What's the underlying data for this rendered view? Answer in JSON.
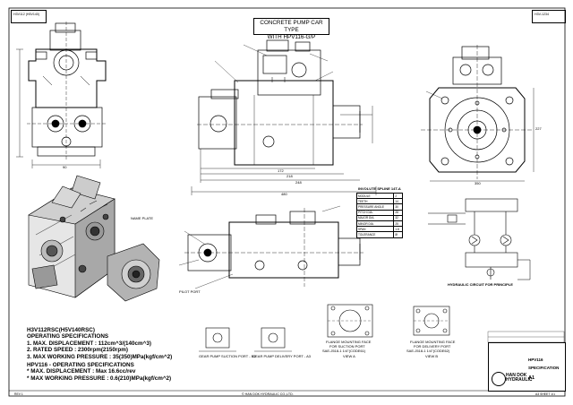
{
  "drawing": {
    "title_line1": "CONCRETE PUMP CAR TYPE",
    "title_line2": "WITH HPV116-G/P",
    "top_left_code": "H3V112 (H5V140)",
    "top_right_code": "H3V-1234"
  },
  "specs": {
    "model": "H3V112RSC(H5V140RSC)",
    "header": "OPERATING SPECIFICATIONS",
    "line1": "1. MAX. DISPLACEMENT : 112cm^3/(140cm^3)",
    "line2": "2. RATED SPEED : 2300rpm(2150rpm)",
    "line3": "3. MAX WORKING PRESSURE : 35(350)MPa(kgf/cm^2)",
    "hpv_header": "HPV116 - OPERATING SPECIFICATIONS",
    "hpv_line1": "* MAX. DISPLACEMENT : Max 16.6cc/rev",
    "hpv_line2": "* MAX WORKING PRESSURE : 0.6(210)MPa(kgf/cm^2)"
  },
  "labels": {
    "nameplate": "NAME PLATE",
    "pilot_port": "PILOT PORT",
    "flange_suction_1": "FLANGE MOUNTING FACE",
    "flange_suction_2": "FOR SUCTION PORT",
    "flange_suction_3": "SAE-J518-1 1/4\"(CODE61)",
    "flange_delivery_1": "FLANGE MOUNTING FACE",
    "flange_delivery_2": "FOR DELIVERY PORT",
    "flange_delivery_3": "SAE-J518-1 1/4\"(CODE62)",
    "gear_suction": "GEAR PUMP SUCTION PORT - B2",
    "gear_delivery": "GEAR PUMP DELIVERY PORT - A3",
    "spline_title": "INVOLUTE SPLINE 14T-A",
    "circuit_title": "HYDRAULIC CIRCUIT FOR PRINCIPLE",
    "view_a": "VIEW A",
    "view_b": "VIEW B",
    "dim_total": "480",
    "dim_172": "172",
    "dim_218": "218",
    "dim_248": "248",
    "dim_350": "350",
    "dim_90": "90",
    "dim_227": "227"
  },
  "spline_table": [
    [
      "MODULE",
      "2"
    ],
    [
      "TEETH",
      "14"
    ],
    [
      "PRESSURE ANGLE",
      "30"
    ],
    [
      "PITCH DIA.",
      "28"
    ],
    [
      "MAJOR DIA.",
      "32"
    ],
    [
      "MINOR DIA.",
      "25"
    ],
    [
      "SPAN",
      "1.8"
    ],
    [
      "TOLERANCE",
      "8f"
    ]
  ],
  "titleblock": {
    "hpv": "HPV116",
    "spec": "SPECIFICATION",
    "brand_line1": "HAN DOK",
    "brand_line2": "HYDRAULIC",
    "code": "A1"
  },
  "footer": {
    "center": "© HAN DOK HYDRAULIC CO.,LTD.",
    "left": "REV 1",
    "right": "A3 SHEET 1/1"
  }
}
